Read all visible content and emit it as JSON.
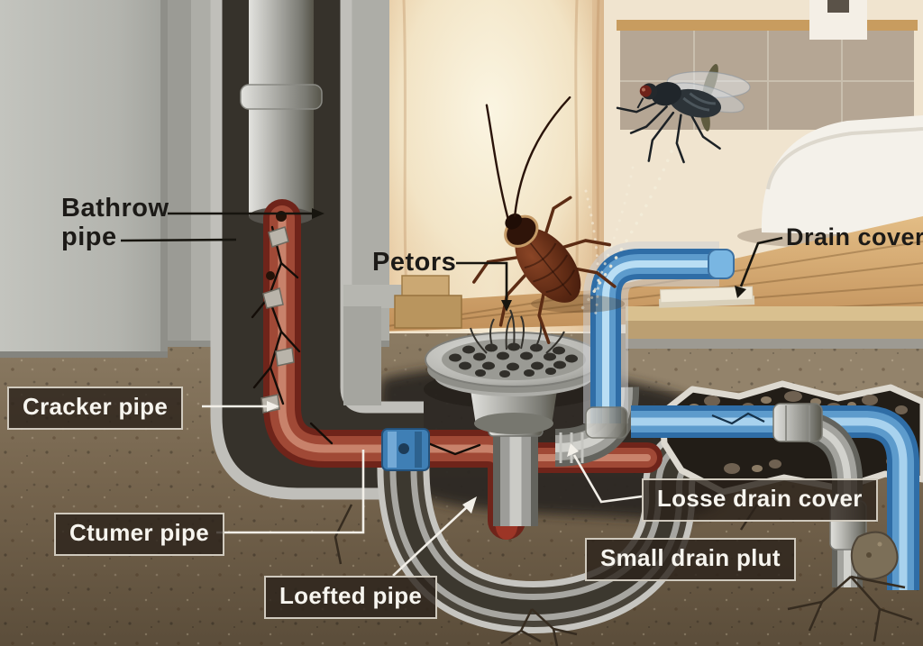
{
  "diagram": {
    "description": "Cutaway illustration of bathroom floor-drain plumbing under the floor, with pest insects (cockroach and drain fly) entering through the drain",
    "labels": {
      "bathrow_pipe": {
        "line1": "Bathrow",
        "line2": "pipe"
      },
      "pests": {
        "text": "Petors"
      },
      "drain_cover": {
        "text": "Drain cover"
      },
      "cracker_pipe": {
        "text": "Cracker pipe"
      },
      "ctumer_pipe": {
        "text": "Ctumer pipe"
      },
      "loefted_pipe": {
        "text": "Loefted pipe"
      },
      "losse_drain_cover": {
        "text": "Losse drain cover"
      },
      "small_drain_plut": {
        "text": "Small drain plut"
      }
    },
    "elements": [
      "wall-drain-pipe",
      "cracked-red-pipe",
      "blue-clamp-coupling",
      "floor-drain-grate",
      "drain-tailpipe",
      "u-trap",
      "blue-water-pipe",
      "gray-branch-pipe",
      "rock-cavity",
      "cockroach",
      "drain-fly",
      "spray-trail",
      "soil-cracks",
      "toilet",
      "curtain-window",
      "wood-floor",
      "white-mat"
    ],
    "colors": {
      "hot_pipe_red": "#8e3226",
      "cold_pipe_blue": "#4a86c0",
      "metal_gray": "#a9a9a6",
      "soil_brown": "#7b6a53",
      "label_box_bg": "#2a221a",
      "label_box_border": "#e0dace",
      "label_text_light": "#f7f5ef",
      "label_text_dark": "#1c1a17"
    }
  }
}
